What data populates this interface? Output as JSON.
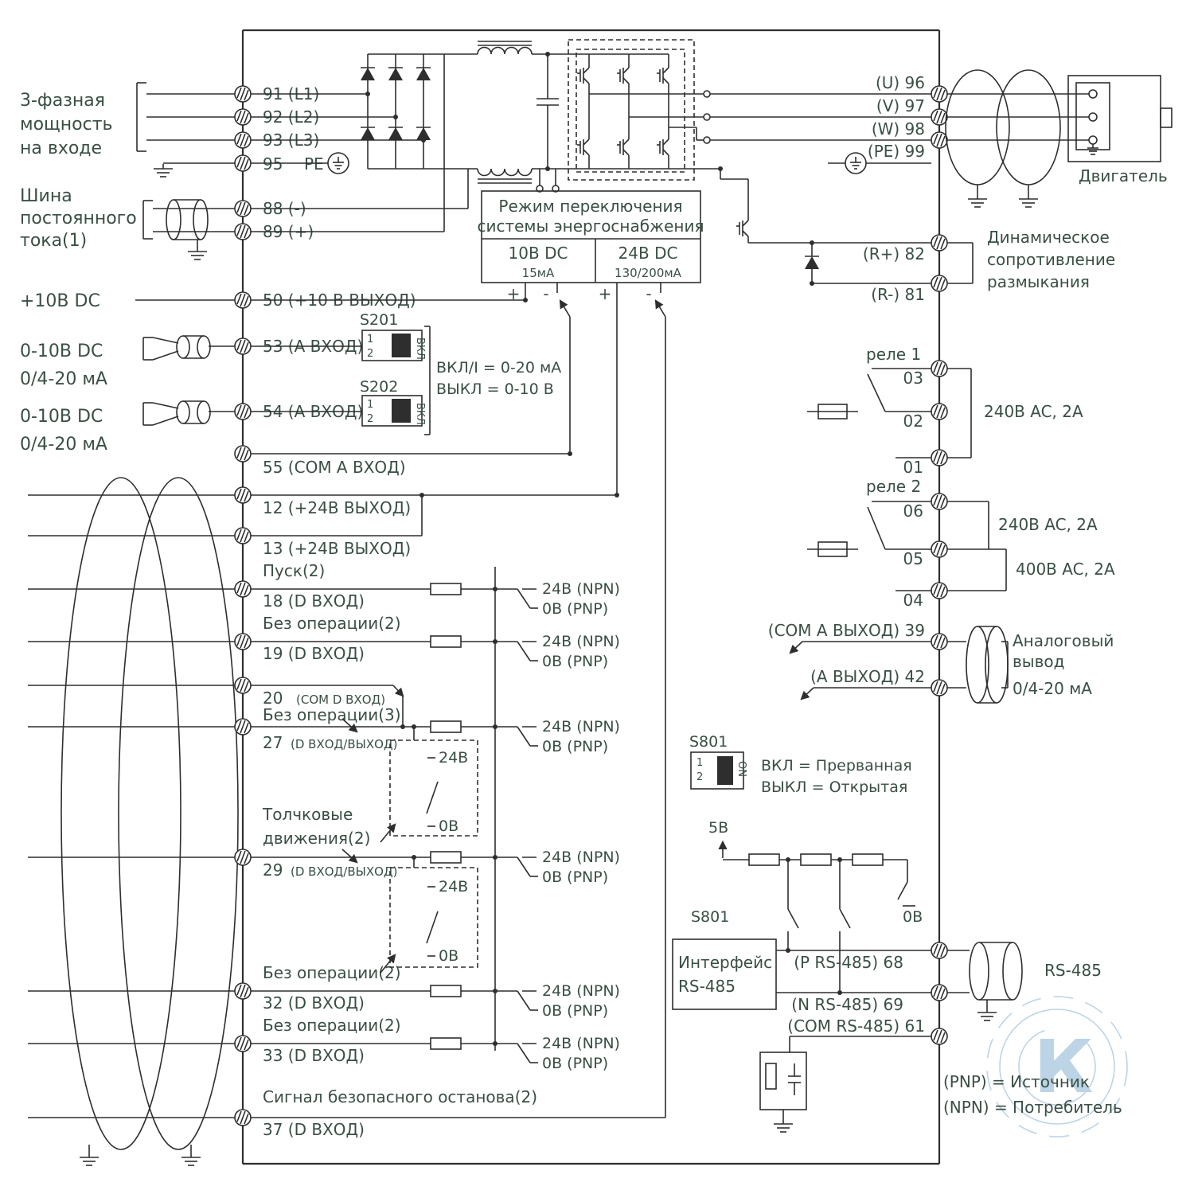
{
  "colors": {
    "line": "#2e2e2e",
    "text": "#3a4f44",
    "watermark": "#bcd4e6"
  },
  "left": {
    "three_phase": [
      "3-фазная",
      "мощность",
      "на входе"
    ],
    "dc_bus": [
      "Шина",
      "постоянного",
      "тока(1)"
    ],
    "v10": "+10В DC",
    "ain1": [
      "0-10В DC",
      "0/4-20 мА"
    ],
    "ain2": [
      "0-10В DC",
      "0/4-20 мА"
    ]
  },
  "terminals": {
    "t91": "91 (L1)",
    "t92": "92 (L2)",
    "t93": "93 (L3)",
    "t95": "95",
    "pe": "PE",
    "t88": "88 (-)",
    "t89": "89 (+)",
    "t50": "50 (+10 В ВЫХОД)",
    "t53": "53 (А ВХОД)",
    "t54": "54 (А ВХОД)",
    "t55": "55 (COM А ВХОД)",
    "t12": "12 (+24В ВЫХОД)",
    "t13": "13 (+24В ВЫХОД)",
    "run": "Пуск(2)",
    "t18": "18 (D ВХОД)",
    "noop2": "Без операции(2)",
    "t19": "19 (D ВХОД)",
    "t20n": "20",
    "t20l": "(COM D ВХОД)",
    "noop3": "Без операции(3)",
    "t27n": "27",
    "t27l": "(D ВХОД/ВЫХОД)",
    "jog1": "Толчковые",
    "jog2": "движения(2)",
    "t29n": "29",
    "t29l": "(D ВХОД/ВЫХОД)",
    "t32": "32 (D ВХОД)",
    "t33": "33 (D ВХОД)",
    "safestop": "Сигнал безопасного останова(2)",
    "t37": "37 (D ВХОД)"
  },
  "smps": {
    "title1": "Режим переключения",
    "title2": "системы энергоснабжения",
    "v10": "10В DC",
    "i10": "15мА",
    "v24": "24В DC",
    "i24": "130/200мА",
    "plus": "+",
    "minus": "-"
  },
  "switches": {
    "s201": "S201",
    "s202": "S202",
    "vkl": "ВКЛ",
    "n1": "1",
    "n2": "2",
    "note1": "ВКЛ/I = 0-20 мА",
    "note2": "ВЫКЛ = 0-10 В",
    "s801": "S801",
    "on": "ON",
    "s801_note1": "ВКЛ = Прерванная",
    "s801_note2": "ВЫКЛ = Открытая"
  },
  "io": {
    "npn": "24В (NPN)",
    "pnp": "0В (PNP)",
    "v24": "24В",
    "v0": "0В",
    "v5": "5В"
  },
  "right": {
    "u96": "(U) 96",
    "v97": "(V) 97",
    "w98": "(W) 98",
    "pe99": "(PE) 99",
    "motor": "Двигатель",
    "brake": [
      "Динамическое",
      "сопротивление",
      "размыкания"
    ],
    "r82": "(R+) 82",
    "r81": "(R-) 81",
    "relay1": "реле 1",
    "relay2": "реле 2",
    "c03": "03",
    "c02": "02",
    "c01": "01",
    "c06": "06",
    "c05": "05",
    "c04": "04",
    "ac240": "240В AC, 2А",
    "ac400": "400В AC, 2А",
    "aout_com": "(COM А ВЫХОД) 39",
    "aout": "(А ВЫХОД) 42",
    "aout_label": [
      "Аналоговый",
      "вывод"
    ],
    "aout_range": "0/4-20 мА"
  },
  "rs485": {
    "iface1": "Интерфейс",
    "iface2": "RS-485",
    "p68": "(P RS-485) 68",
    "n69": "(N RS-485) 69",
    "com61": "(COM RS-485) 61",
    "ext": "RS-485"
  },
  "legend": {
    "pnp": "(PNP) = Источник",
    "npn": "(NPN) = Потребитель"
  },
  "watermark": {
    "letter": "К"
  }
}
